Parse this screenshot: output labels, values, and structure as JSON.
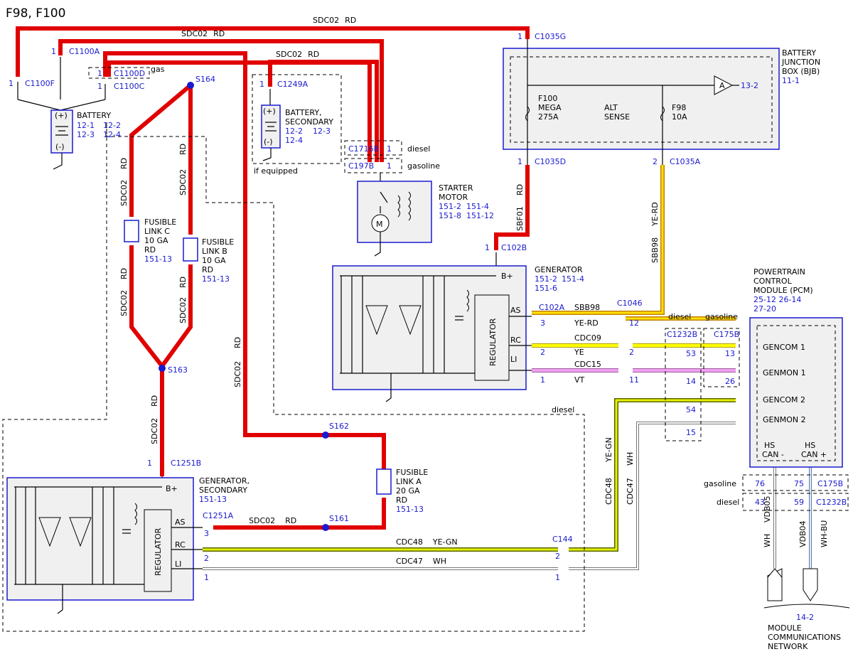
{
  "title": "F98, F100",
  "battery": {
    "label": "BATTERY",
    "plus": "(+)",
    "minus": "(-)",
    "refs": [
      "12-1",
      "12-2",
      "12-3",
      "12-4"
    ]
  },
  "battery_secondary": {
    "label1": "BATTERY,",
    "label2": "SECONDARY",
    "plus": "(+)",
    "minus": "(-)",
    "refs": [
      "12-2",
      "12-3",
      "12-4"
    ],
    "note": "if equipped"
  },
  "starter": {
    "label1": "STARTER",
    "label2": "MOTOR",
    "refs": [
      "151-2",
      "151-4",
      "151-8",
      "151-12"
    ]
  },
  "bjb": {
    "label1": "BATTERY",
    "label2": "JUNCTION",
    "label3": "BOX (BJB)",
    "ref": "11-1",
    "fuse1_a": "F100",
    "fuse1_b": "MEGA",
    "fuse1_c": "275A",
    "sense_a": "ALT",
    "sense_b": "SENSE",
    "fuse2_a": "F98",
    "fuse2_b": "10A",
    "amp": "A",
    "amp_ref": "13-2"
  },
  "generator": {
    "label": "GENERATOR",
    "refs": [
      "151-2",
      "151-4",
      "151-6"
    ],
    "bplus": "B+",
    "regulator": "REGULATOR",
    "as": "AS",
    "rc": "RC",
    "li": "LI"
  },
  "generator_secondary": {
    "label1": "GENERATOR,",
    "label2": "SECONDARY",
    "ref": "151-13",
    "bplus": "B+",
    "regulator": "REGULATOR",
    "as": "AS",
    "rc": "RC",
    "li": "LI"
  },
  "pcm": {
    "label1": "POWERTRAIN",
    "label2": "CONTROL",
    "label3": "MODULE (PCM)",
    "refs1": "25-12 26-14",
    "refs2": "27-20",
    "gencom1": "GENCOM 1",
    "genmon1": "GENMON 1",
    "gencom2": "GENCOM 2",
    "genmon2": "GENMON 2",
    "hscan_minus_a": "HS",
    "hscan_minus_b": "CAN -",
    "hscan_plus_a": "HS",
    "hscan_plus_b": "CAN +"
  },
  "fusible_links": [
    {
      "name": "FUSIBLE",
      "link": "LINK C",
      "gauge": "10 GA",
      "color": "RD",
      "ref": "151-13"
    },
    {
      "name": "FUSIBLE",
      "link": "LINK B",
      "gauge": "10 GA",
      "color": "RD",
      "ref": "151-13"
    },
    {
      "name": "FUSIBLE",
      "link": "LINK A",
      "gauge": "20 GA",
      "color": "RD",
      "ref": "151-13"
    }
  ],
  "connectors": {
    "c1035g": "C1035G",
    "c1100a": "C1100A",
    "c1100d": "C1100D",
    "c1100c": "C1100C",
    "c1100f": "C1100F",
    "c1249a": "C1249A",
    "c1716b": "C1716B",
    "c197b": "C197B",
    "c1035d": "C1035D",
    "c1035a": "C1035A",
    "c102b": "C102B",
    "c102a": "C102A",
    "c1046": "C1046",
    "c1232b": "C1232B",
    "c175b": "C175B",
    "c1251b": "C1251B",
    "c1251a": "C1251A",
    "c144": "C144"
  },
  "splices": {
    "s164": "S164",
    "s163": "S163",
    "s162": "S162",
    "s161": "S161"
  },
  "circuits": {
    "sdc02": "SDC02",
    "rd": "RD",
    "sbf01": "SBF01",
    "sbb98": "SBB98",
    "yerd": "YE-RD",
    "cdc09": "CDC09",
    "ye": "YE",
    "cdc15": "CDC15",
    "vt": "VT",
    "cdc48": "CDC48",
    "yegn": "YE-GN",
    "cdc47": "CDC47",
    "wh": "WH",
    "vdb05": "VDB05",
    "vdb04": "VDB04",
    "whbu": "WH-BU"
  },
  "notes": {
    "gas": "gas",
    "diesel": "diesel",
    "gasoline": "gasoline"
  },
  "pins": {
    "p1": "1",
    "p2": "2",
    "p3": "3",
    "p11": "11",
    "p12": "12",
    "p13": "13",
    "p14": "14",
    "p15": "15",
    "p26": "26",
    "p43": "43",
    "p53": "53",
    "p54": "54",
    "p59": "59",
    "p75": "75",
    "p76": "76"
  },
  "network": {
    "ref": "14-2",
    "label1": "MODULE",
    "label2": "COMMUNICATIONS",
    "label3": "NETWORK"
  }
}
